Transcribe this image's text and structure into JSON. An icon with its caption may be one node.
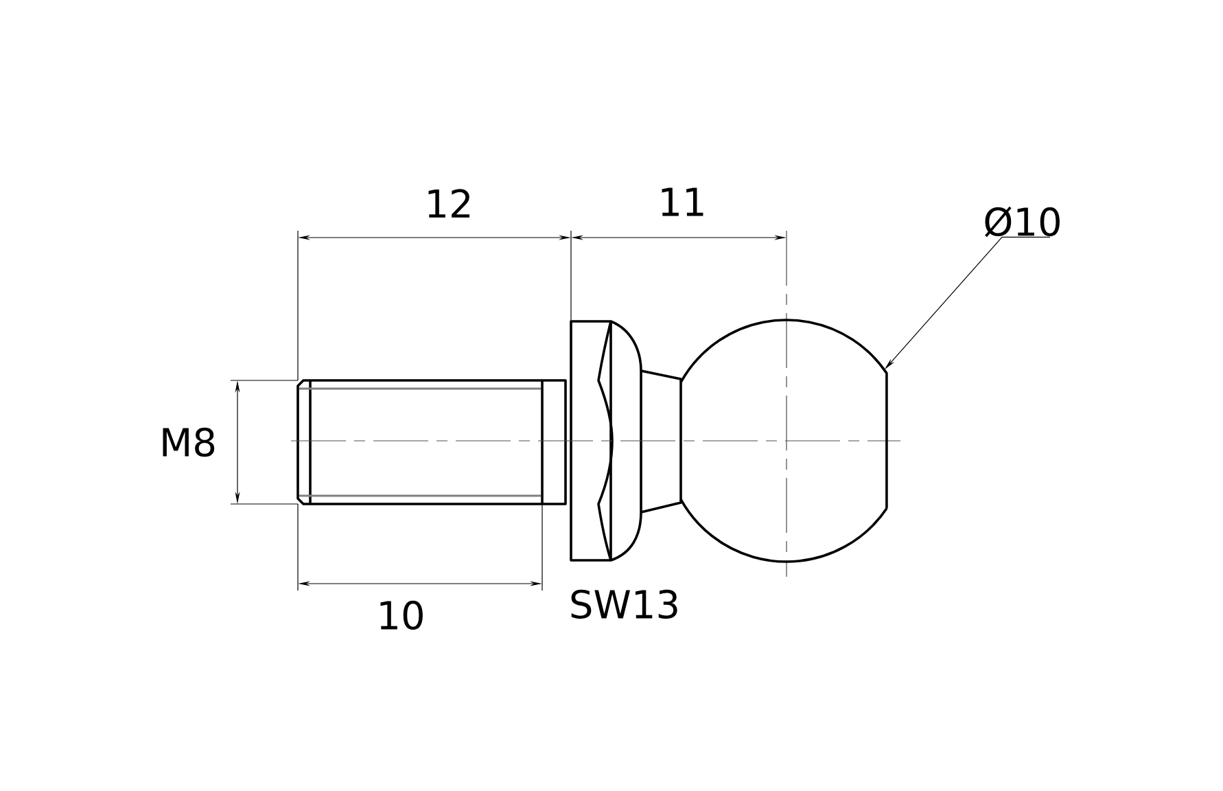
{
  "diagram": {
    "nodes": [
      {
        "text": [
          "Ø10"
        ]
      },
      {
        "text": [],
        "shape": "circle"
      }
    ],
    "edges": [
      {
        "from": 0,
        "to": 1,
        "arrow": "to"
      }
    ],
    "labels": [
      "12",
      "11",
      "M8",
      "10",
      "SW13"
    ]
  }
}
